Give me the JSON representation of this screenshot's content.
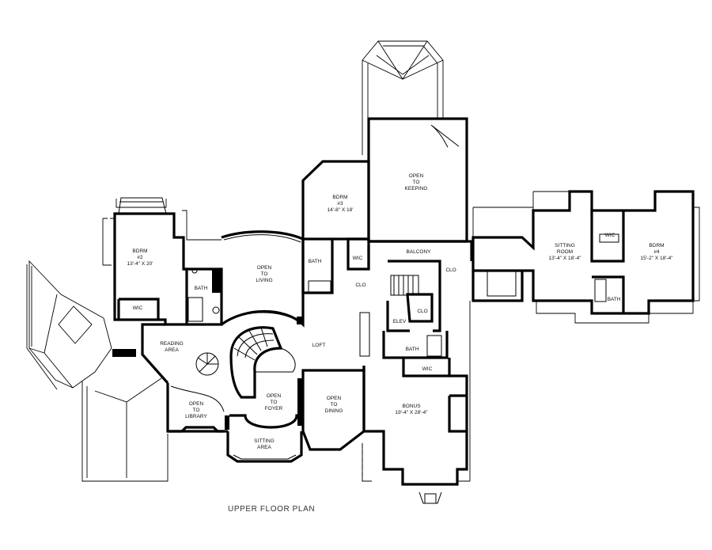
{
  "plan": {
    "title": "UPPER FLOOR PLAN",
    "rooms": {
      "bdrm2": {
        "name": "BDRM",
        "num": "#2",
        "dim": "13'-4\" X 20'"
      },
      "bdrm3": {
        "name": "BDRM",
        "num": "#3",
        "dim": "14'-8\" X 18'"
      },
      "bdrm4": {
        "name": "BDRM",
        "num": "#4",
        "dim": "15'-2\" X 18'-4\""
      },
      "open_keeping": [
        "OPEN",
        "TO",
        "KEEPING"
      ],
      "open_living": [
        "OPEN",
        "TO",
        "LIVING"
      ],
      "open_foyer": [
        "OPEN",
        "TO",
        "FOYER"
      ],
      "open_dining": [
        "OPEN",
        "TO",
        "DINING"
      ],
      "open_library": [
        "OPEN",
        "TO",
        "LIBRARY"
      ],
      "sitting_room": {
        "name": "SITTING",
        "name2": "ROOM",
        "dim": "13'-4\" X 18'-4\""
      },
      "sitting_area": [
        "SITTING",
        "AREA"
      ],
      "reading_area": [
        "READING",
        "AREA"
      ],
      "bonus": {
        "name": "BONUS",
        "dim": "19'-4\" X 28'-4\""
      },
      "loft": "LOFT",
      "balcony": "BALCONY",
      "elev": "ELEV",
      "bath_a": "BATH",
      "bath_b": "BATH",
      "bath_c": "BATH",
      "bath_d": "BATH",
      "wic_a": "WIC",
      "wic_b": "WIC",
      "wic_c": "WIC",
      "wic_d": "WIC",
      "clo_a": "CLO",
      "clo_b": "CLO",
      "clo_c": "CLO"
    }
  }
}
